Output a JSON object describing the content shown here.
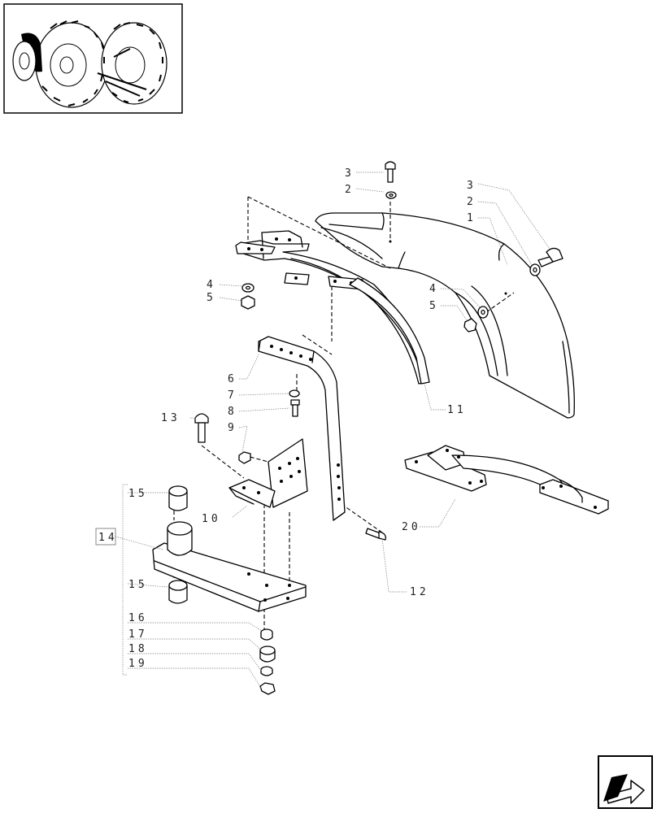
{
  "callouts": {
    "c1": "1",
    "c2_top": "2",
    "c2_right": "2",
    "c3_top": "3",
    "c3_right": "3",
    "c4_left": "4",
    "c4_mid": "4",
    "c5_left": "5",
    "c5_mid": "5",
    "c6": "6",
    "c7": "7",
    "c8": "8",
    "c9": "9",
    "c10": "10",
    "c11": "11",
    "c12": "12",
    "c13": "13",
    "c14": "14",
    "c15_top": "15",
    "c15_bottom": "15",
    "c16": "16",
    "c17": "17",
    "c18": "18",
    "c19": "19",
    "c20": "20"
  },
  "icons": {
    "thumbnail": "tractor-wheel-thumbnail-icon",
    "navigation": "next-page-arrow-icon"
  }
}
